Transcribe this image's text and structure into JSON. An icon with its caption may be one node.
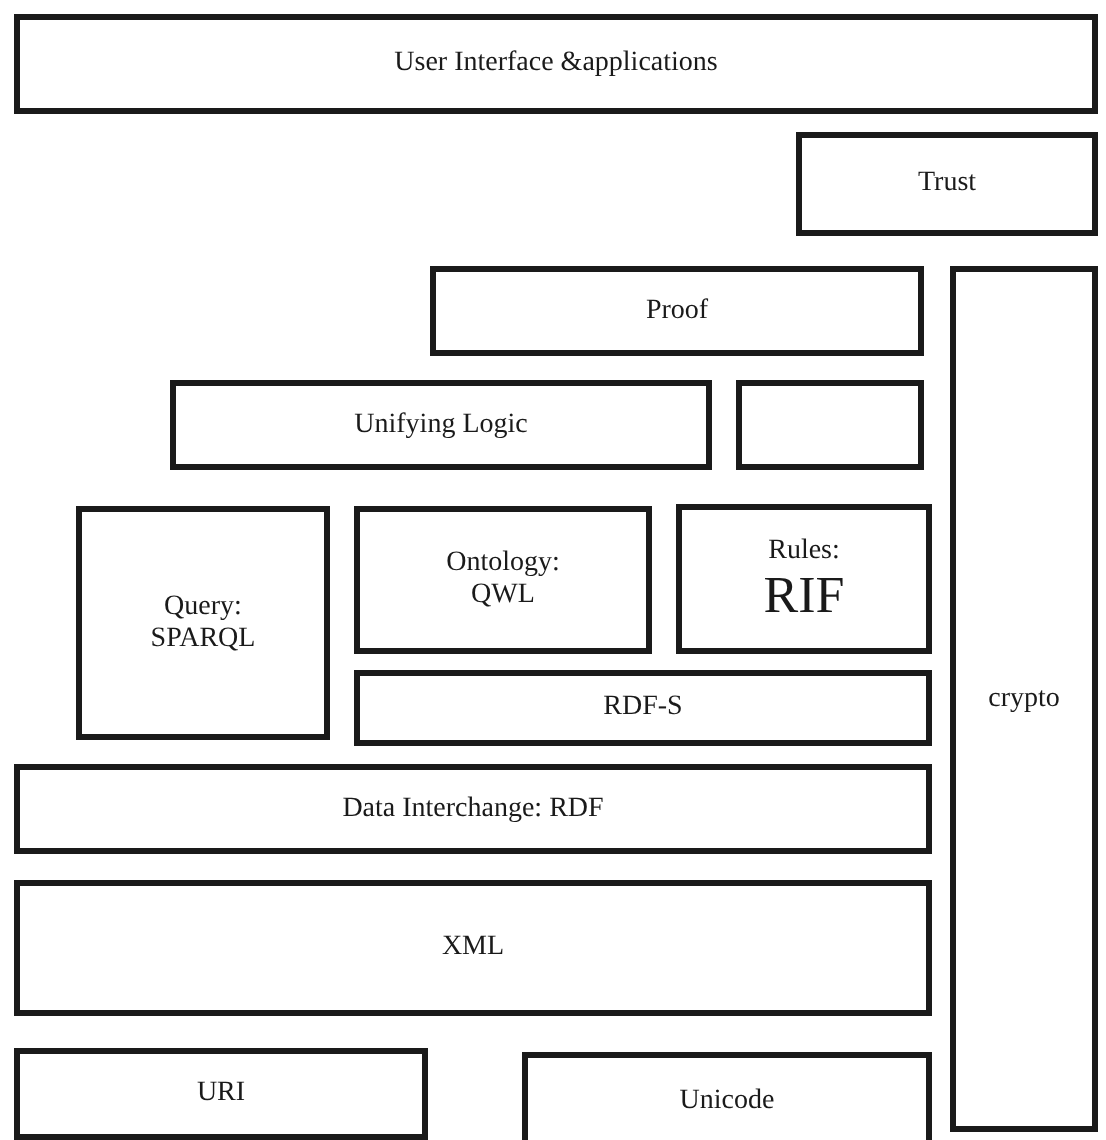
{
  "diagram": {
    "nodes": [
      {
        "text": [
          "User Interface &applications"
        ]
      },
      {
        "text": [
          "Trust"
        ]
      },
      {
        "text": [
          "Proof"
        ]
      },
      {
        "text": [
          "crypto"
        ]
      },
      {
        "text": [
          "Unifying Logic"
        ]
      },
      {
        "text": [],
        "shape": "box"
      },
      {
        "text": [
          "Query: SPARQL"
        ]
      },
      {
        "text": [
          "Ontology: QWL"
        ]
      },
      {
        "text": [
          "Rules:",
          "RIF"
        ]
      },
      {
        "text": [
          "RDF-S"
        ]
      },
      {
        "text": [
          "Data Interchange: RDF"
        ]
      },
      {
        "text": [
          "XML"
        ]
      },
      {
        "text": [
          "URI"
        ]
      },
      {
        "text": [
          "Unicode"
        ]
      }
    ],
    "edges": []
  }
}
